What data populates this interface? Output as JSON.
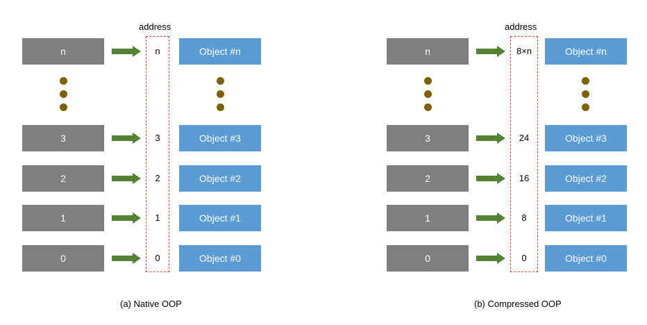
{
  "diagram": {
    "colors": {
      "gray_box": "#7f7f7f",
      "blue_box": "#5b9bd5",
      "arrow": "#548235",
      "dots": "#7f6000",
      "address_frame": "#e23b3b"
    },
    "panels": [
      {
        "caption": "(a) Native OOP",
        "address_label": "address",
        "rows": [
          {
            "index": "n",
            "address": "n",
            "object": "Object #n"
          },
          {
            "index": "3",
            "address": "3",
            "object": "Object #3"
          },
          {
            "index": "2",
            "address": "2",
            "object": "Object #2"
          },
          {
            "index": "1",
            "address": "1",
            "object": "Object #1"
          },
          {
            "index": "0",
            "address": "0",
            "object": "Object #0"
          }
        ]
      },
      {
        "caption": "(b) Compressed OOP",
        "address_label": "address",
        "rows": [
          {
            "index": "n",
            "address": "8×n",
            "object": "Object #n"
          },
          {
            "index": "3",
            "address": "24",
            "object": "Object #3"
          },
          {
            "index": "2",
            "address": "16",
            "object": "Object #2"
          },
          {
            "index": "1",
            "address": "8",
            "object": "Object #1"
          },
          {
            "index": "0",
            "address": "0",
            "object": "Object #0"
          }
        ]
      }
    ]
  }
}
